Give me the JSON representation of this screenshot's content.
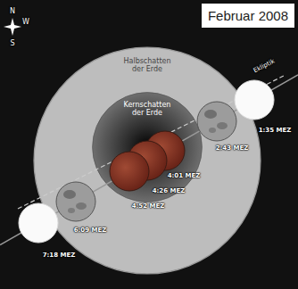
{
  "diagram": {
    "title": "Februar 2008",
    "nodes": [
      {
        "text": [
          "Halbschatten der Erde"
        ]
      },
      {
        "text": [
          "Kernschatten der Erde"
        ],
        "in": 0
      }
    ],
    "labels": [
      "N",
      "W",
      "S",
      "Ekliptik",
      "1:35 MEZ",
      "2:43 MEZ",
      "4:01 MEZ",
      "4:26 MEZ",
      "4:52 MEZ",
      "6:09 MEZ",
      "7:18 MEZ"
    ]
  }
}
